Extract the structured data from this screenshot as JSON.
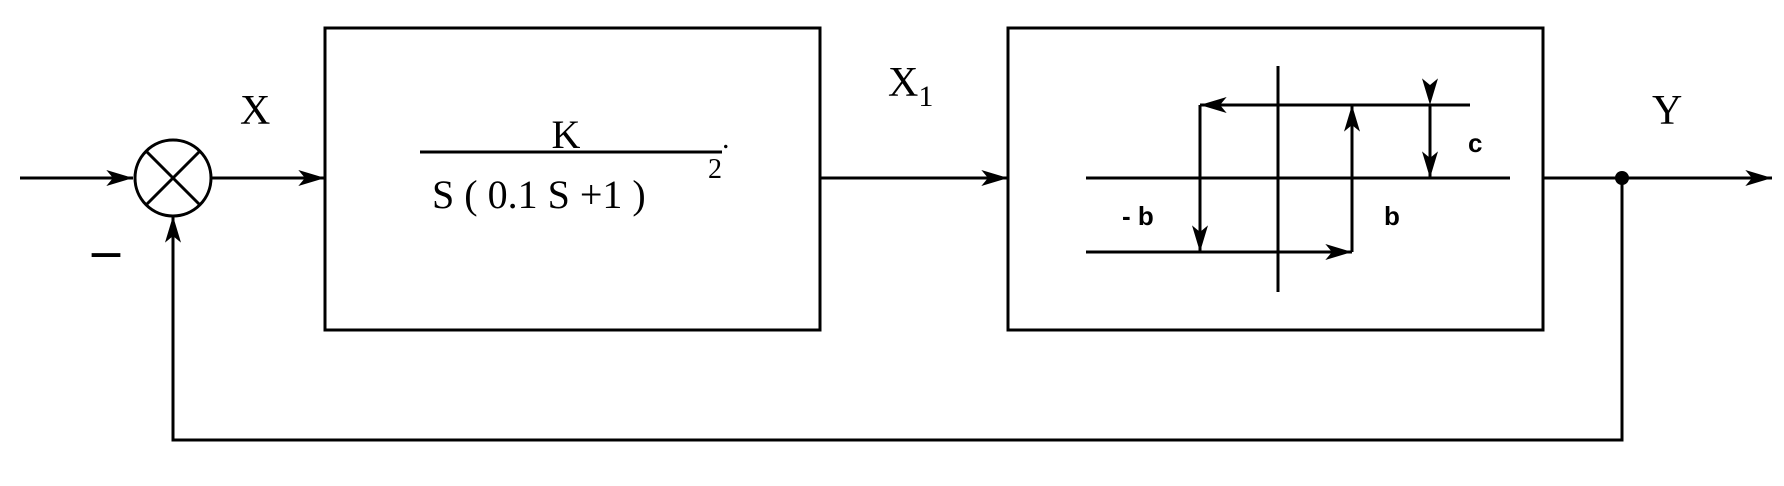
{
  "signals": {
    "error": "X",
    "intermediate": "X",
    "intermediate_subscript": "1",
    "output": "Y",
    "feedback_sign": "–"
  },
  "transfer_function": {
    "numerator": "K",
    "denominator": "S ( 0.1 S +1 )",
    "exponent": "2",
    "trailing_dot": "."
  },
  "nonlinearity": {
    "neg_threshold": "- b",
    "pos_threshold": "b",
    "amplitude": "c"
  }
}
